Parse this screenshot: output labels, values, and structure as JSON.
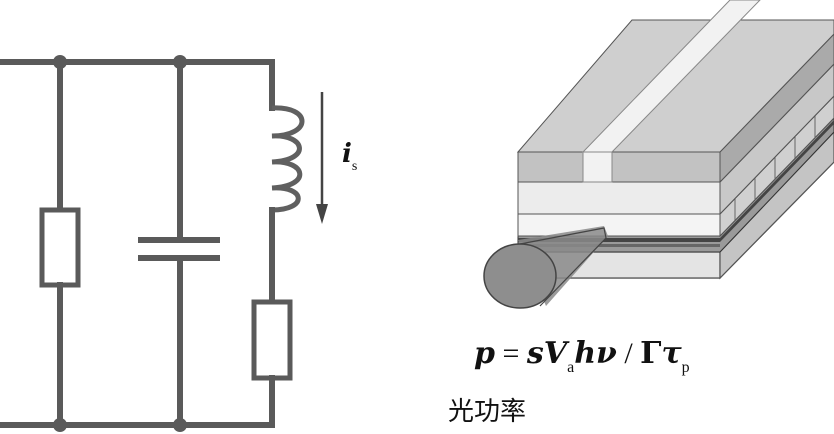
{
  "current_label": {
    "symbol": "i",
    "subscript": "s"
  },
  "formula": {
    "lhs": "p",
    "eq": " = ",
    "s": "s",
    "V": "V",
    "V_sub": "a",
    "h": "h",
    "nu": "ν",
    "slash": " / ",
    "Gamma": "Γ",
    "tau": "τ",
    "tau_sub": "p"
  },
  "caption": "光功率",
  "icons": [
    "resistor-icon",
    "capacitor-icon",
    "inductor-icon",
    "laser-diode-icon",
    "light-beam-icon"
  ]
}
